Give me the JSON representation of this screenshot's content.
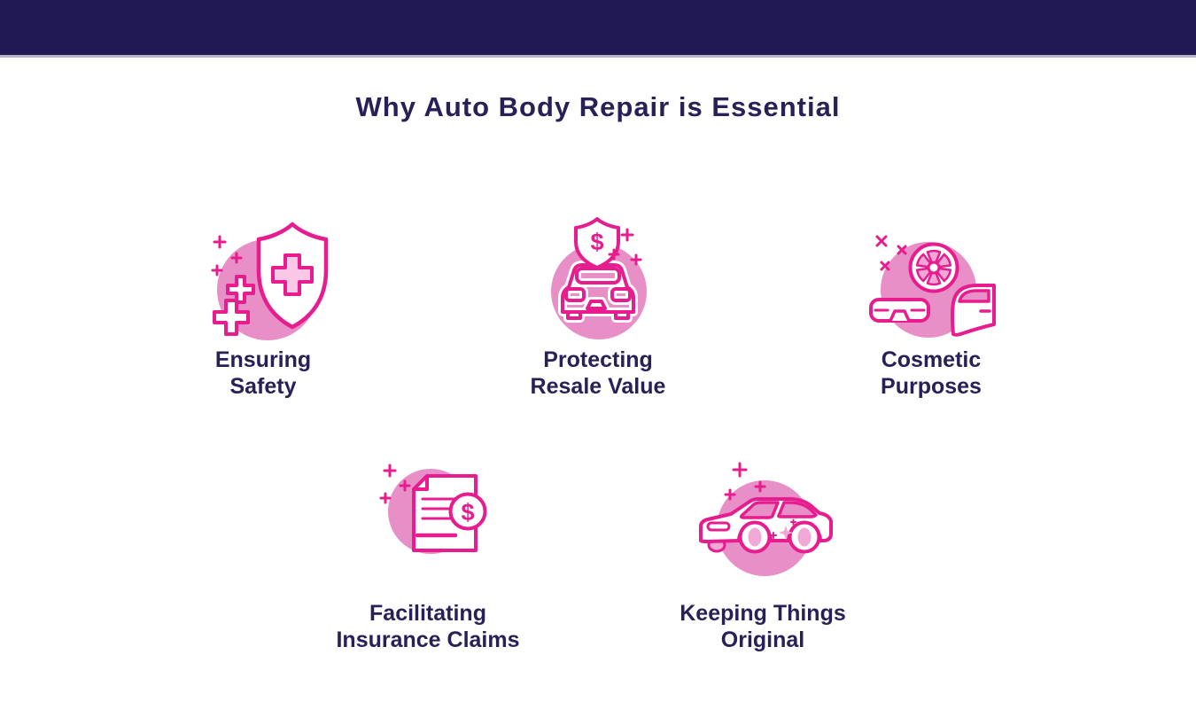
{
  "title": {
    "text": "Why Auto Body Repair is Essential",
    "color": "#282157"
  },
  "header_bar": {
    "color": "#211a52",
    "border_color": "#b5b3cd"
  },
  "colors": {
    "accent_magenta": "#e71c8e",
    "circle_pink": "#e78fc6",
    "light_pink": "#f2a8d7",
    "pale_pink": "#f8c8e6",
    "text_navy": "#282157",
    "white": "#ffffff"
  },
  "dollar_symbol": "$",
  "items": [
    {
      "id": "ensuring-safety",
      "icon": "shield-cross-icon",
      "line1": "Ensuring",
      "line2": "Safety"
    },
    {
      "id": "protecting-resale-value",
      "icon": "car-front-dollar-shield-icon",
      "line1": "Protecting",
      "line2": "Resale Value"
    },
    {
      "id": "cosmetic-purposes",
      "icon": "wheel-door-bumper-icon",
      "line1": "Cosmetic",
      "line2": "Purposes"
    },
    {
      "id": "facilitating-insurance-claims",
      "icon": "invoice-dollar-icon",
      "line1": "Facilitating",
      "line2": "Insurance Claims"
    },
    {
      "id": "keeping-things-original",
      "icon": "car-side-icon",
      "line1": "Keeping Things",
      "line2": "Original"
    }
  ]
}
